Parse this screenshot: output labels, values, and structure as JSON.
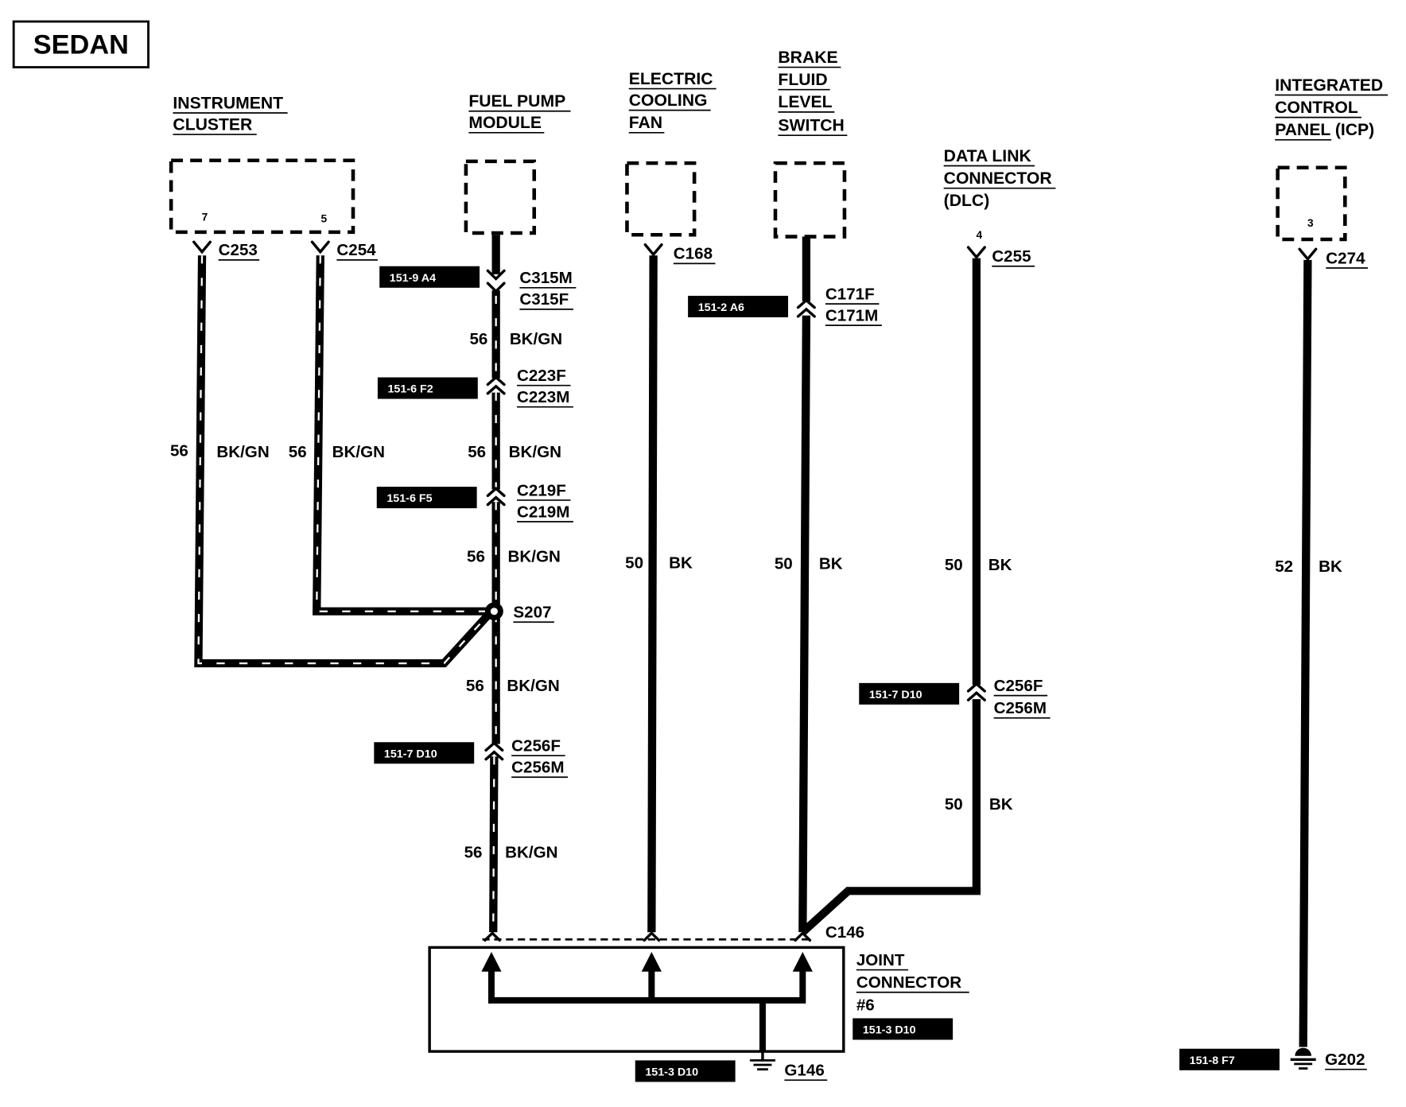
{
  "title": "SEDAN",
  "components": {
    "instrument_cluster": [
      "INSTRUMENT",
      "CLUSTER"
    ],
    "fuel_pump_module": [
      "FUEL PUMP",
      "MODULE"
    ],
    "electric_cooling_fan": [
      "ELECTRIC",
      "COOLING",
      "FAN"
    ],
    "brake_fluid_level_switch": [
      "BRAKE",
      "FLUID",
      "LEVEL",
      "SWITCH"
    ],
    "data_link_connector": [
      "DATA LINK",
      "CONNECTOR",
      "(DLC)"
    ],
    "integrated_control_panel": [
      "INTEGRATED",
      "CONTROL",
      "PANEL (ICP)"
    ],
    "joint_connector": [
      "JOINT",
      "CONNECTOR",
      "#6"
    ]
  },
  "pins": {
    "instrument_cluster_a": "7",
    "instrument_cluster_b": "5",
    "dlc": "4",
    "icp": "3"
  },
  "connectors": {
    "c253": "C253",
    "c254": "C254",
    "c315m": "C315M",
    "c315f": "C315F",
    "c223f": "C223F",
    "c223m": "C223M",
    "c219f": "C219F",
    "c219m": "C219M",
    "c256f_a": "C256F",
    "c256m_a": "C256M",
    "c168": "C168",
    "c171f": "C171F",
    "c171m": "C171M",
    "c255": "C255",
    "c256f_b": "C256F",
    "c256m_b": "C256M",
    "c274": "C274",
    "c146": "C146",
    "s207": "S207",
    "g146": "G146",
    "g202": "G202"
  },
  "refs": {
    "c315": "151-9 A4",
    "c223": "151-6 F2",
    "c219": "151-6 F5",
    "c256_a": "151-7 D10",
    "c171": "151-2 A6",
    "c256_b": "151-7 D10",
    "joint": "151-3 D10",
    "g146": "151-3 D10",
    "g202": "151-8 F7"
  },
  "wires": {
    "ic7": {
      "circuit": "56",
      "color": "BK/GN"
    },
    "ic5": {
      "circuit": "56",
      "color": "BK/GN"
    },
    "fp1": {
      "circuit": "56",
      "color": "BK/GN"
    },
    "fp2": {
      "circuit": "56",
      "color": "BK/GN"
    },
    "fp3": {
      "circuit": "56",
      "color": "BK/GN"
    },
    "fp4": {
      "circuit": "56",
      "color": "BK/GN"
    },
    "fp5": {
      "circuit": "56",
      "color": "BK/GN"
    },
    "fan": {
      "circuit": "50",
      "color": "BK"
    },
    "brake": {
      "circuit": "50",
      "color": "BK"
    },
    "dlc1": {
      "circuit": "50",
      "color": "BK"
    },
    "dlc2": {
      "circuit": "50",
      "color": "BK"
    },
    "icp": {
      "circuit": "52",
      "color": "BK"
    }
  }
}
